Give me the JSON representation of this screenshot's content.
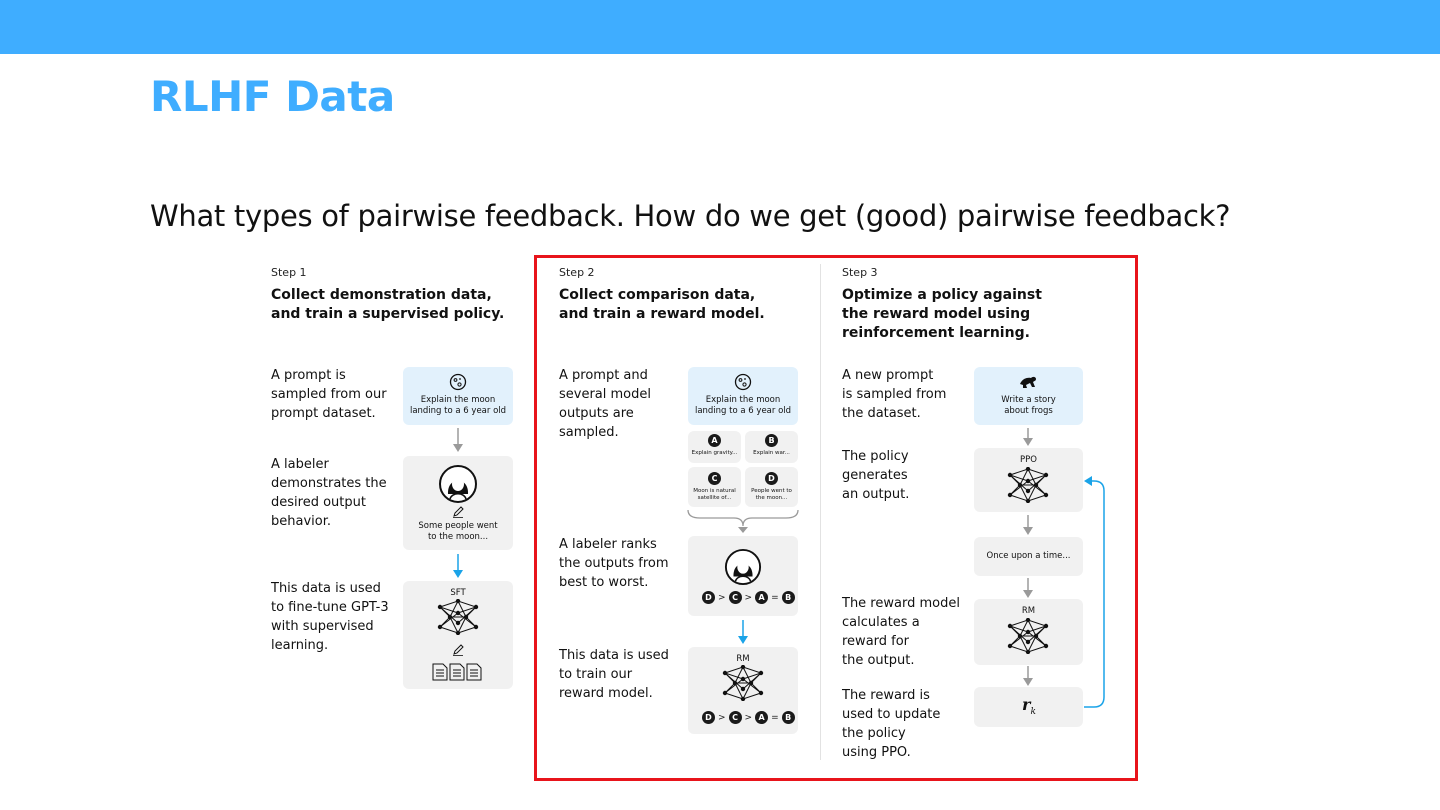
{
  "title": "RLHF Data",
  "subtitle": "What types of pairwise feedback. How do we get (good) pairwise feedback?",
  "step1": {
    "label": "Step 1",
    "heading": "Collect demonstration data,\nand train a supervised policy.",
    "desc1": "A prompt is\nsampled from our\nprompt dataset.",
    "desc2": "A labeler\ndemonstrates the\ndesired output\nbehavior.",
    "desc3": "This data is used\nto fine-tune GPT-3\nwith supervised\nlearning.",
    "prompt": "Explain the moon\nlanding to a 6 year old",
    "demo": "Some people went\nto the moon...",
    "model": "SFT"
  },
  "step2": {
    "label": "Step 2",
    "heading": "Collect comparison data,\nand train a reward model.",
    "desc1": "A prompt and\nseveral model\noutputs are\nsampled.",
    "desc2": "A labeler ranks\nthe outputs from\nbest to worst.",
    "desc3": "This data is used\nto train our\nreward model.",
    "prompt": "Explain the moon\nlanding to a 6 year old",
    "outputs": [
      {
        "letter": "A",
        "text": "Explain gravity..."
      },
      {
        "letter": "B",
        "text": "Explain war..."
      },
      {
        "letter": "C",
        "text": "Moon is natural\nsatellite of..."
      },
      {
        "letter": "D",
        "text": "People went to\nthe moon..."
      }
    ],
    "ranking": [
      "D",
      ">",
      "C",
      ">",
      "A",
      "=",
      "B"
    ],
    "model": "RM"
  },
  "step3": {
    "label": "Step 3",
    "heading": "Optimize a policy against\nthe reward model using\nreinforcement learning.",
    "desc1": "A new prompt\nis sampled from\nthe dataset.",
    "desc2": "The policy\ngenerates\nan output.",
    "desc3": "The reward model\ncalculates a\nreward for\nthe output.",
    "desc4": "The reward is\nused to update\nthe policy\nusing PPO.",
    "prompt": "Write a story\nabout frogs",
    "policy": "PPO",
    "output": "Once upon a time...",
    "model": "RM",
    "reward_symbol": "r",
    "reward_sub": "k"
  },
  "colors": {
    "accent": "#3fadff",
    "highlight": "#e8141b",
    "prompt_bg": "#e2f1fc",
    "box_bg": "#f1f1f1"
  }
}
